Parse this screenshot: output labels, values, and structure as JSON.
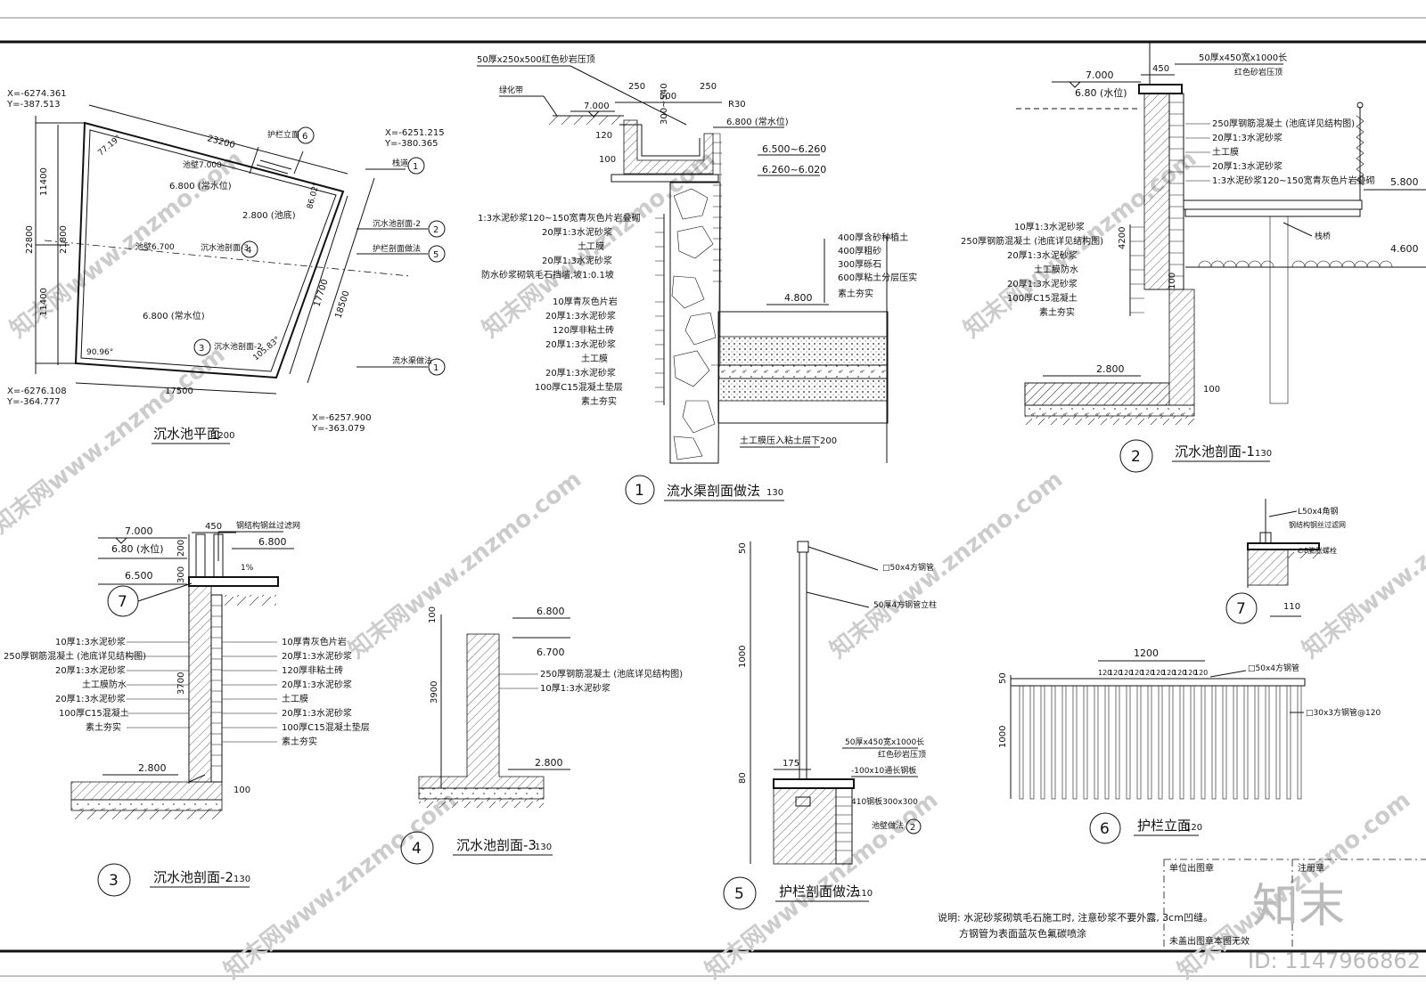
{
  "plan": {
    "title": "沉水池平面",
    "scale": "1200",
    "coord_tl_x": "X=-6274.361",
    "coord_tl_y": "Y=-387.513",
    "coord_tr_x": "X=-6251.215",
    "coord_tr_y": "Y=-380.365",
    "coord_bl_x": "X=-6276.108",
    "coord_bl_y": "Y=-364.777",
    "coord_br_x": "X=-6257.900",
    "coord_br_y": "Y=-363.079",
    "dim_top": "23200",
    "dim_left_outer": "22800",
    "dim_left_upper": "11400",
    "dim_left_lower": "11400",
    "dim_left_mid": "21800",
    "dim_right_1": "17700",
    "dim_right_2": "18500",
    "dim_bottom": "17500",
    "angle_tl": "77.19°",
    "angle_tr": "86.02°",
    "angle_bl": "90.96°",
    "angle_br": "105.83°",
    "label_guard": "护栏立面",
    "label_guard_num": "6",
    "label_top_edge": "池壁7.000",
    "label_water_top": "6.800 (常水位)",
    "label_bottom": "2.800 (池底)",
    "label_mid": "池壁6.700",
    "label_water_bottom": "6.800 (常水位)",
    "label_sec3": "沉水池剖面-3",
    "label_sec3_num": "4",
    "label_sec2": "沉水池剖面-2",
    "label_sec2_num": "3",
    "label_bridge": "栈道",
    "label_bridge_num": "1",
    "callout_1": "沉水池剖面-2",
    "callout_1_num": "2",
    "callout_2": "护栏剖面做法",
    "callout_2_num": "5",
    "callout_3": "流水渠做法",
    "callout_3_num": "1"
  },
  "sec1": {
    "title": "流水渠剖面做法",
    "scale": "130",
    "num": "1",
    "top_note": "50厚x250x500红色砂岩压顶",
    "green": "绿化带",
    "el_700": "7.000",
    "el_680": "6.800 (常水位)",
    "range_1": "6.500~6.260",
    "range_2": "6.260~6.020",
    "el_480": "4.800",
    "dim_250a": "250",
    "dim_500": "500",
    "dim_250b": "250",
    "dim_120": "120",
    "dim_100": "100",
    "dim_r30": "R30",
    "dim_300": "300~540",
    "left_layers": [
      "1:3水泥砂浆120~150宽青灰色片岩叠砌",
      "20厚1:3水泥砂浆",
      "土工膜",
      "20厚1:3水泥砂浆",
      "防水砂浆砌筑毛石挡墙,坡1:0.1坡",
      "10厚青灰色片岩",
      "20厚1:3水泥砂浆",
      "120厚非粘土砖",
      "20厚1:3水泥砂浆",
      "土工膜",
      "20厚1:3水泥砂浆",
      "100厚C15混凝土垫层",
      "素土夯实"
    ],
    "right_layers": [
      "400厚含砂种植土",
      "400厚粗砂",
      "300厚砾石",
      "600厚粘土分层压实",
      "素土夯实"
    ],
    "bottom_note": "土工膜压入粘土层下200"
  },
  "sec2": {
    "title": "沉水池剖面-1",
    "scale": "130",
    "num": "2",
    "top_note": "50厚x450宽x1000长",
    "top_note2": "红色砂岩压顶",
    "dim_450": "450",
    "el_700": "7.000",
    "el_680": "6.80 (水位)",
    "dim_4200": "4200",
    "el_280": "2.800",
    "dim_100": "100",
    "dim_100b": "100",
    "el_580": "5.800",
    "el_460": "4.600",
    "bridge": "栈桥",
    "right_layers": [
      "250厚钢筋混凝土 (池底详见结构图)",
      "20厚1:3水泥砂浆",
      "土工膜",
      "20厚1:3水泥砂浆",
      "1:3水泥砂浆120~150宽青灰色片岩叠砌"
    ],
    "left_layers": [
      "10厚1:3水泥砂浆",
      "250厚钢筋混凝土 (池底详见结构图)",
      "20厚1:3水泥砂浆",
      "土工膜防水",
      "20厚1:3水泥砂浆",
      "100厚C15混凝土",
      "素土夯实"
    ]
  },
  "sec3": {
    "title": "沉水池剖面-2",
    "scale": "130",
    "num": "3",
    "callout_num": "7",
    "el_700": "7.000",
    "el_680": "6.80 (水位)",
    "el_650": "6.500",
    "el_6800": "6.800",
    "el_280": "2.800",
    "dim_450": "450",
    "dim_200": "200",
    "dim_300": "300",
    "dim_3700": "3700",
    "dim_100": "100",
    "slope": "1%",
    "top_note": "钢结构钢丝过滤网",
    "left_layers": [
      "10厚1:3水泥砂浆",
      "250厚钢筋混凝土 (池底详见结构图)",
      "20厚1:3水泥砂浆",
      "土工膜防水",
      "20厚1:3水泥砂浆",
      "100厚C15混凝土",
      "素土夯实"
    ],
    "right_layers": [
      "10厚青灰色片岩",
      "20厚1:3水泥砂浆",
      "120厚非粘土砖",
      "20厚1:3水泥砂浆",
      "土工膜",
      "20厚1:3水泥砂浆",
      "100厚C15混凝土垫层",
      "素土夯实"
    ]
  },
  "sec4": {
    "title": "沉水池剖面-3",
    "scale": "130",
    "num": "4",
    "el_6800": "6.800",
    "el_6700": "6.700",
    "el_280": "2.800",
    "dim_100": "100",
    "dim_3900": "3900",
    "layers": [
      "250厚钢筋混凝土 (池底详见结构图)",
      "10厚1:3水泥砂浆"
    ]
  },
  "sec5": {
    "title": "护栏剖面做法",
    "scale": "110",
    "num": "5",
    "dim_50": "50",
    "dim_1000": "1000",
    "dim_80": "80",
    "dim_175": "175",
    "n1": "□50x4方钢管",
    "n2": "50厚4方钢管立柱",
    "n3": "50厚x450宽x1000长",
    "n4": "红色砂岩压顶",
    "n5": "-100x10通长钢板",
    "n6": "410钢板300x300",
    "n7": "池壁做法",
    "n7_num": "2"
  },
  "sec6": {
    "title": "护栏立面",
    "scale": "120",
    "num": "6",
    "dim_1200": "1200",
    "spacing": [
      "120",
      "120",
      "120",
      "120",
      "120",
      "120",
      "120",
      "120",
      "120",
      "120"
    ],
    "dim_50": "50",
    "dim_1000": "1000",
    "n1": "□50x4方钢管",
    "n2": "□30x3方钢管@120"
  },
  "sec7": {
    "num": "7",
    "scale": "110",
    "n1": "L50x4角钢",
    "n2": "钢结构钢丝过滤网",
    "n3": "∅8膨胀螺栓"
  },
  "notes": {
    "line1": "说明: 水泥砂浆砌筑毛石施工时, 注意砂浆不要外露, 3cm凹缝。",
    "line2": "方钢管为表面蓝灰色氟碳喷涂"
  },
  "titleblock": {
    "unit_stamp": "单位出图章",
    "reg_stamp": "注册章",
    "void_note": "未盖出图章本图无效"
  },
  "watermark": {
    "text": "知末网www.znzmo.com",
    "brand": "知末",
    "id": "ID: 1147966862"
  }
}
